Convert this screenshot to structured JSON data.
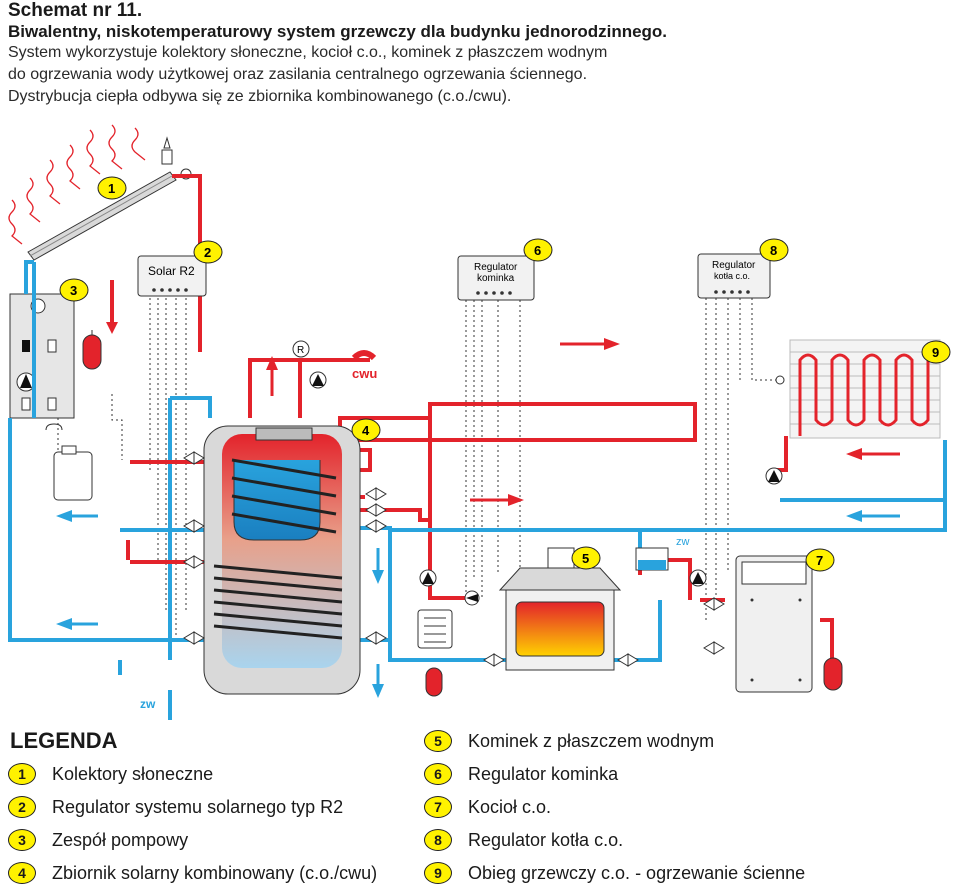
{
  "header": {
    "title": "Schemat nr 11.",
    "subtitle": "Biwalentny, niskotemperaturowy system grzewczy dla budynku jednorodzinnego.",
    "description_lines": [
      "System wykorzystuje kolektory słoneczne, kocioł c.o., kominek z płaszczem wodnym",
      "do ogrzewania wody użytkowej oraz zasilania centralnego ogrzewania ściennego.",
      "Dystrybucja ciepła odbywa się ze zbiornika kombinowanego (c.o./cwu)."
    ]
  },
  "diagram": {
    "controllers": {
      "solar": "Solar R2",
      "fireplace_line1": "Regulator",
      "fireplace_line2": "kominka",
      "boiler_line1": "Regulator",
      "boiler_line2": "kotła c.o."
    },
    "labels": {
      "cwu": "cwu",
      "zw_bottom": "zw",
      "zw_top": "zw",
      "r": "R"
    },
    "markers": [
      "1",
      "2",
      "3",
      "4",
      "5",
      "6",
      "7",
      "8",
      "9"
    ],
    "colors": {
      "hot": "#e3232b",
      "cold": "#29a3dd",
      "marker": "#fff200",
      "tank": "#d9d9d9"
    }
  },
  "legend": {
    "title": "LEGENDA",
    "items": [
      {
        "num": "1",
        "text": "Kolektory słoneczne"
      },
      {
        "num": "2",
        "text": "Regulator systemu solarnego typ R2"
      },
      {
        "num": "3",
        "text": "Zespół pompowy"
      },
      {
        "num": "4",
        "text": "Zbiornik solarny kombinowany (c.o./cwu)"
      },
      {
        "num": "5",
        "text": "Kominek z płaszczem wodnym"
      },
      {
        "num": "6",
        "text": "Regulator kominka"
      },
      {
        "num": "7",
        "text": "Kocioł c.o."
      },
      {
        "num": "8",
        "text": "Regulator kotła c.o."
      },
      {
        "num": "9",
        "text": "Obieg grzewczy c.o. - ogrzewanie ścienne"
      }
    ]
  }
}
